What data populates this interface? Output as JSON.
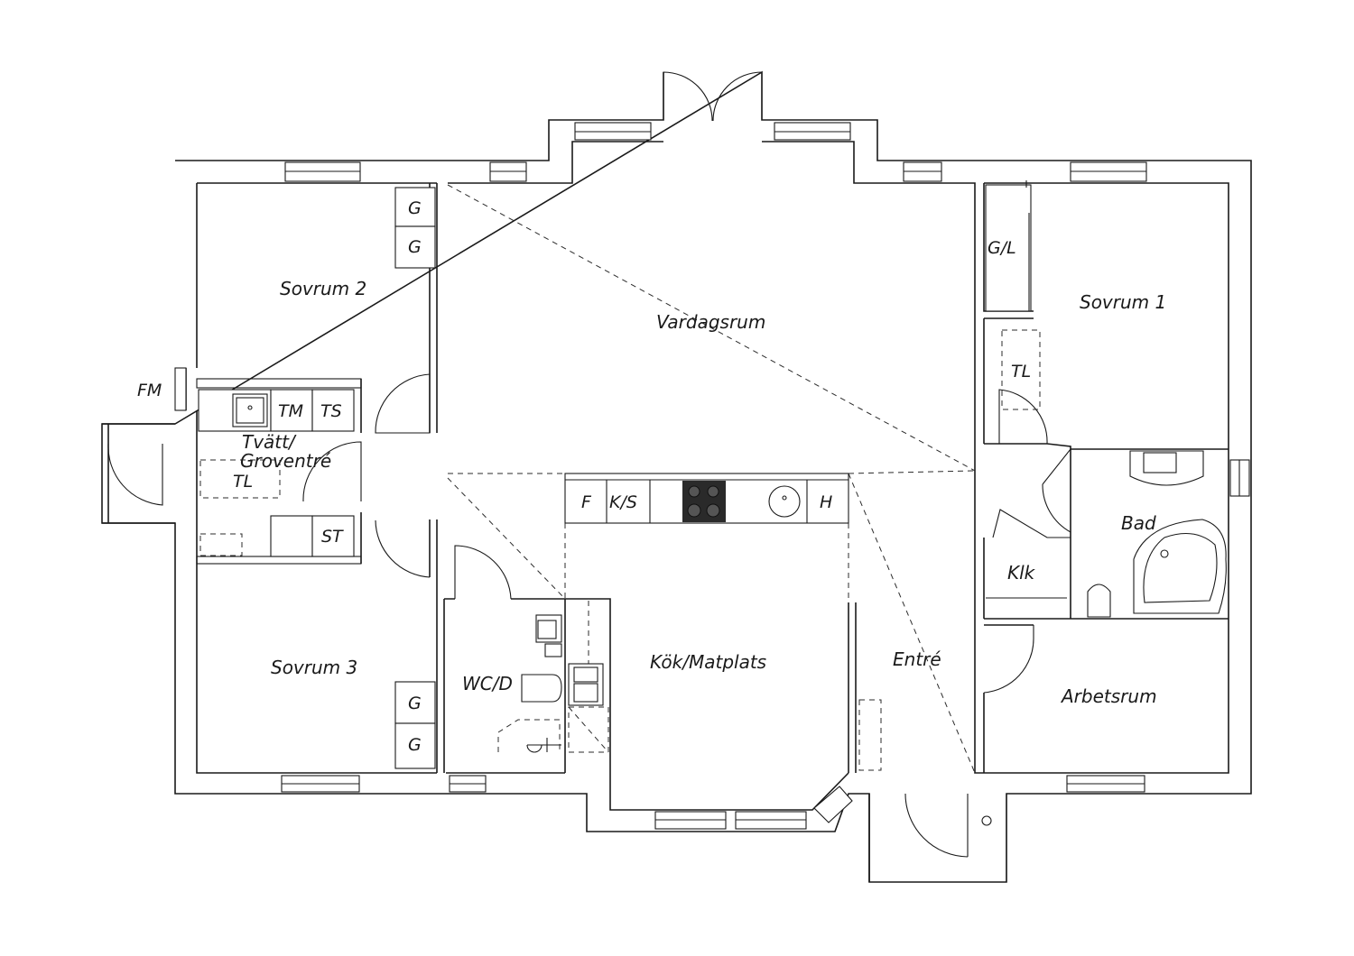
{
  "rooms": {
    "sovrum2": "Sovrum 2",
    "sovrum1": "Sovrum 1",
    "sovrum3": "Sovrum 3",
    "vardagsrum": "Vardagsrum",
    "tvatt": "Tvätt/",
    "groventre": "Groventré",
    "kok": "Kök/Matplats",
    "wc": "WC/D",
    "entre": "Entré",
    "bad": "Bad",
    "arbetsrum": "Arbetsrum",
    "klk": "Klk"
  },
  "fixtures": {
    "g": "G",
    "gl": "G/L",
    "tl": "TL",
    "tm": "TM",
    "ts": "TS",
    "st": "ST",
    "fm": "FM",
    "f": "F",
    "ks": "K/S",
    "h": "H"
  }
}
